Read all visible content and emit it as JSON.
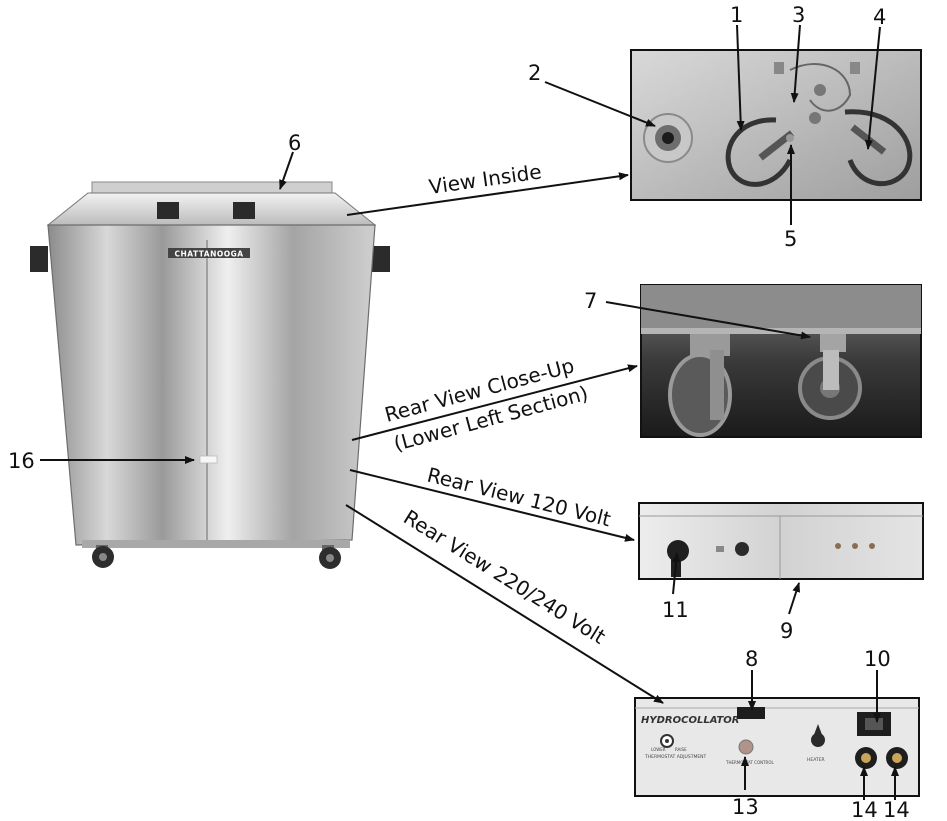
{
  "cabinet": {
    "brand": "CHATTANOOGA"
  },
  "callouts": {
    "view_inside": "View Inside",
    "rear_closeup_line1": "Rear View Close-Up",
    "rear_closeup_line2": "(Lower Left Section)",
    "rear_120": "Rear View 120 Volt",
    "rear_220": "Rear View 220/240 Volt"
  },
  "numbers": {
    "n1": "1",
    "n2": "2",
    "n3": "3",
    "n4": "4",
    "n5": "5",
    "n6": "6",
    "n7": "7",
    "n8": "8",
    "n9": "9",
    "n10": "10",
    "n11": "11",
    "n13": "13",
    "n14a": "14",
    "n14b": "14",
    "n16": "16"
  },
  "rear_panel": {
    "product": "HYDROCOLLATOR",
    "thermostat_label": "THERMOSTAT ADJUSTMENT",
    "lower_label": "LOWER",
    "raise_label": "RAISE",
    "heater_label": "HEATER",
    "control_label": "THERMOSTAT CONTROL"
  },
  "colors": {
    "line": "#111111",
    "photo_bg": "#bdbdbd",
    "steel_light": "#e6e6e6",
    "steel_dark": "#8a8a8a"
  }
}
